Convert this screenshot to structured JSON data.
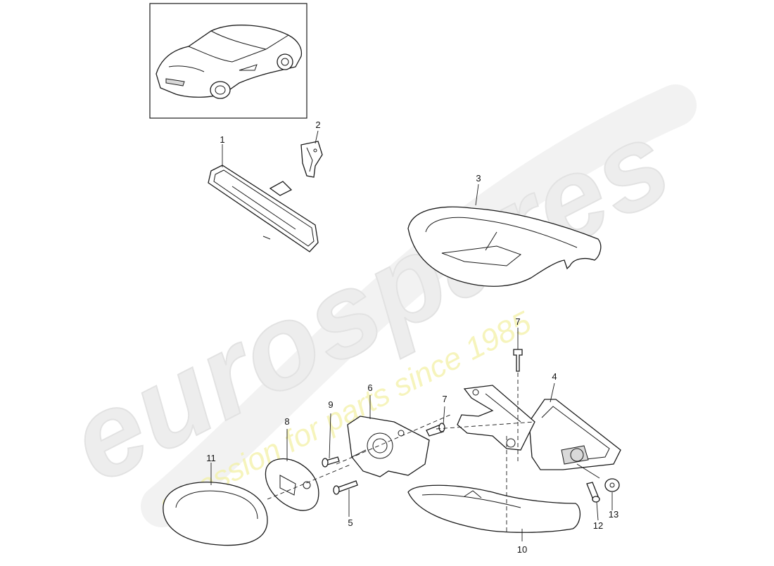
{
  "watermark": {
    "brand": "eurospares",
    "tagline": "a passion for parts since 1985"
  },
  "thumbnail": {
    "icon": "car-icon"
  },
  "callouts": [
    "1",
    "2",
    "3",
    "4",
    "5",
    "6",
    "7",
    "7",
    "8",
    "9",
    "10",
    "11",
    "12",
    "13"
  ],
  "colors": {
    "line": "#1a1a1a",
    "watermark_gray": "#ededed",
    "watermark_yellow": "#f3f1a6"
  }
}
